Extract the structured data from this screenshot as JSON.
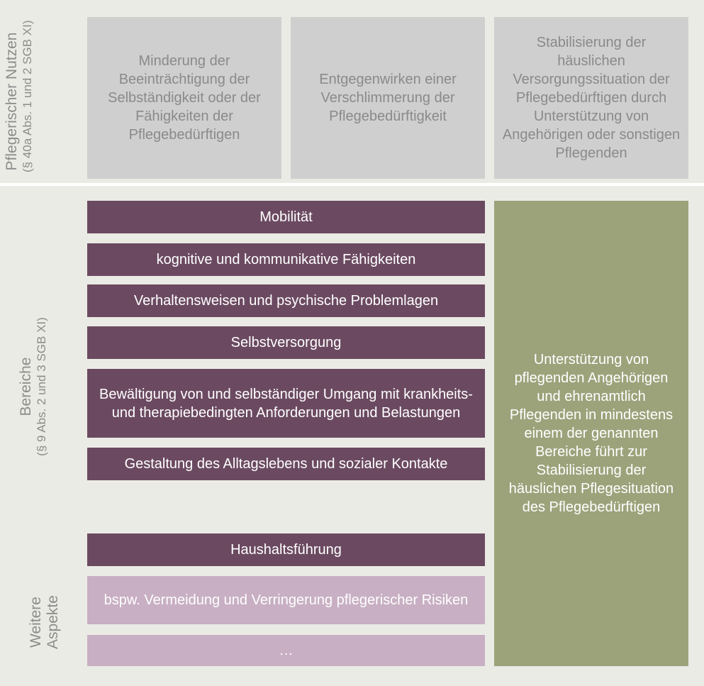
{
  "sections": {
    "nutzen": {
      "label": "Pflegerischer Nutzen",
      "sub": "(§ 40a Abs. 1 und 2 SGB XI)"
    },
    "bereiche": {
      "label": "Bereiche",
      "sub": "(§ 9 Abs. 2 und 3 SGB XI)"
    },
    "weitere": {
      "label": "Weitere Aspekte"
    }
  },
  "nutzen_boxes": [
    "Minderung der Beeinträchtigung der Selbständigkeit oder der Fähigkeiten der Pflegebedürftigen",
    "Entgegenwirken einer Verschlimmerung der Pflegebedürftigkeit",
    "Stabilisierung der häuslichen Versorgungssituation der Pflegebedürftigen durch Unterstützung von Angehörigen oder sonstigen Pflegenden"
  ],
  "bereiche_boxes": [
    "Mobilität",
    "kognitive und kommunikative Fähigkeiten",
    "Verhaltensweisen und psychische Problemlagen",
    "Selbstversorgung",
    "Bewältigung von und selbständiger Umgang mit krankheits- und therapiebedingten Anforderungen und Belastungen",
    "Gestaltung des Alltagslebens und sozialer Kontakte",
    "Haushaltsführung"
  ],
  "weitere_boxes": [
    "bspw. Vermeidung und Verringerung pflegerischer Risiken",
    "…"
  ],
  "support_box": "Unterstützung von pflegenden Angehörigen und ehrenamtlich Pflegenden in mindestens einem der genannten Bereiche führt zur Stabilisierung der häuslichen Pflegesituation des Pflegebedürftigen"
}
